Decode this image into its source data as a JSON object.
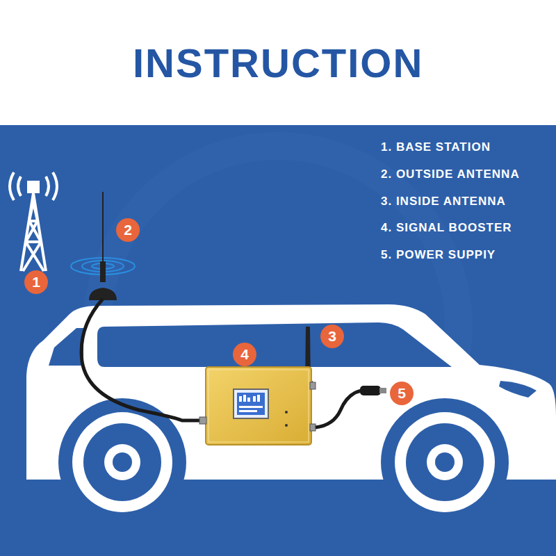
{
  "diagram": {
    "title": "INSTRUCTION",
    "labels": [
      "1. BASE STATION",
      "2. OUTSIDE ANTENNA",
      "3. INSIDE ANTENNA",
      "4. SIGNAL BOOSTER",
      "5. POWER SUPPIY",
      "1",
      "2",
      "3",
      "4",
      "5"
    ]
  }
}
